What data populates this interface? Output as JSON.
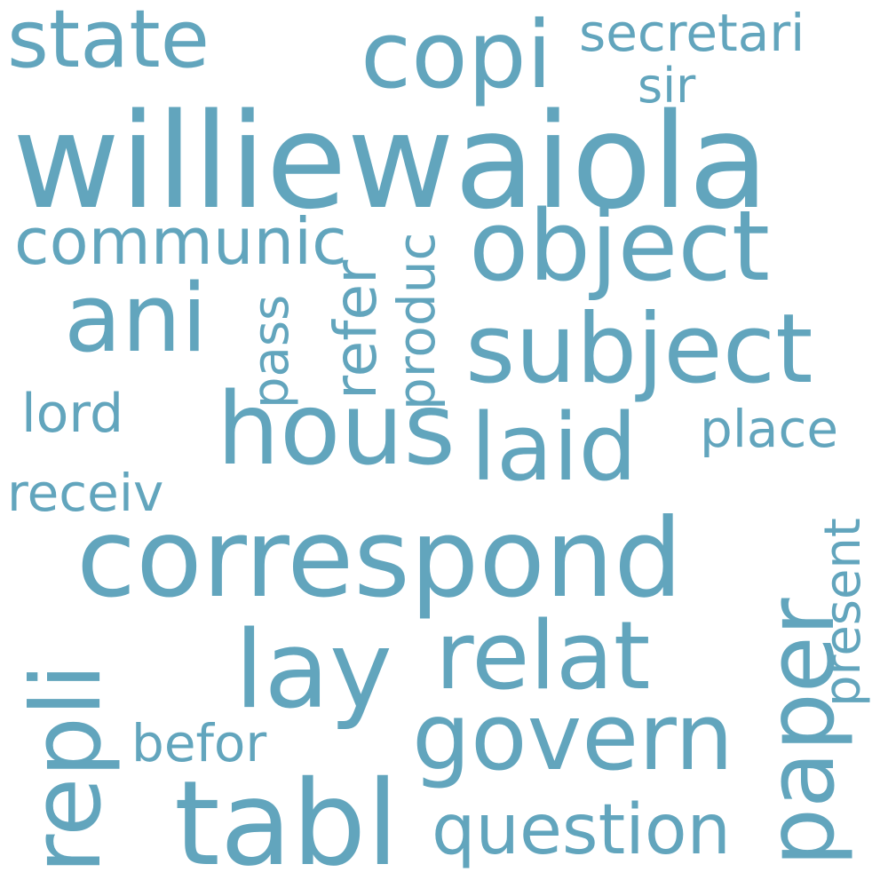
{
  "word_cloud": {
    "color": "#62a5bd",
    "words": [
      {
        "text": "williewaiola",
        "orientation": "horizontal"
      },
      {
        "text": "correspond",
        "orientation": "horizontal"
      },
      {
        "text": "tabl",
        "orientation": "horizontal"
      },
      {
        "text": "object",
        "orientation": "horizontal"
      },
      {
        "text": "subject",
        "orientation": "horizontal"
      },
      {
        "text": "hous",
        "orientation": "horizontal"
      },
      {
        "text": "laid",
        "orientation": "horizontal"
      },
      {
        "text": "ani",
        "orientation": "horizontal"
      },
      {
        "text": "copi",
        "orientation": "horizontal"
      },
      {
        "text": "state",
        "orientation": "horizontal"
      },
      {
        "text": "lay",
        "orientation": "horizontal"
      },
      {
        "text": "relat",
        "orientation": "horizontal"
      },
      {
        "text": "govern",
        "orientation": "horizontal"
      },
      {
        "text": "paper",
        "orientation": "vertical"
      },
      {
        "text": "repli",
        "orientation": "vertical"
      },
      {
        "text": "question",
        "orientation": "horizontal"
      },
      {
        "text": "communic",
        "orientation": "horizontal"
      },
      {
        "text": "refer",
        "orientation": "vertical"
      },
      {
        "text": "produc",
        "orientation": "vertical"
      },
      {
        "text": "pass",
        "orientation": "vertical"
      },
      {
        "text": "secretari",
        "orientation": "horizontal"
      },
      {
        "text": "sir",
        "orientation": "horizontal"
      },
      {
        "text": "lord",
        "orientation": "horizontal"
      },
      {
        "text": "place",
        "orientation": "horizontal"
      },
      {
        "text": "receiv",
        "orientation": "horizontal"
      },
      {
        "text": "present",
        "orientation": "vertical"
      },
      {
        "text": "befor",
        "orientation": "horizontal"
      }
    ]
  }
}
